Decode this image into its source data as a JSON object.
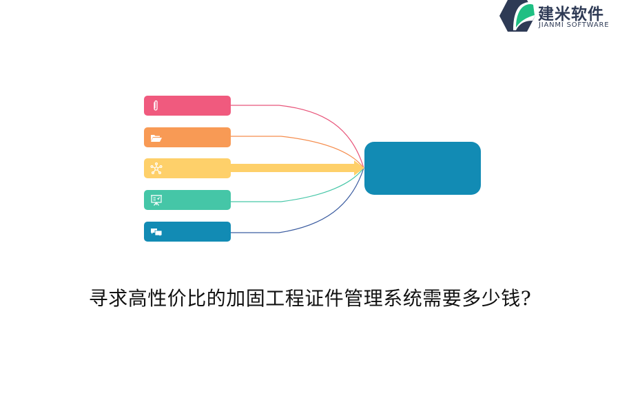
{
  "brand": {
    "name_cn": "建米软件",
    "name_en": "JIANMI SOFTWARE",
    "colors": {
      "dark": "#2e3a55",
      "green": "#1fbf83"
    }
  },
  "diagram": {
    "nodes": [
      {
        "id": "node-1",
        "icon": "paperclip-icon",
        "color": "#f05a7e",
        "label": ""
      },
      {
        "id": "node-2",
        "icon": "folder-icon",
        "color": "#f89a55",
        "label": ""
      },
      {
        "id": "node-3",
        "icon": "network-icon",
        "color": "#fed06a",
        "label": ""
      },
      {
        "id": "node-4",
        "icon": "presentation-board-icon",
        "color": "#45c6a7",
        "label": ""
      },
      {
        "id": "node-5",
        "icon": "chat-bubbles-icon",
        "color": "#128bb4",
        "label": ""
      }
    ],
    "center": {
      "color": "#128bb4",
      "label": ""
    },
    "connector_colors": [
      "#e8557a",
      "#f58c4c",
      "#fed06a",
      "#45c6a7",
      "#3b5ca0"
    ]
  },
  "title": "寻求高性价比的加固工程证件管理系统需要多少钱?"
}
